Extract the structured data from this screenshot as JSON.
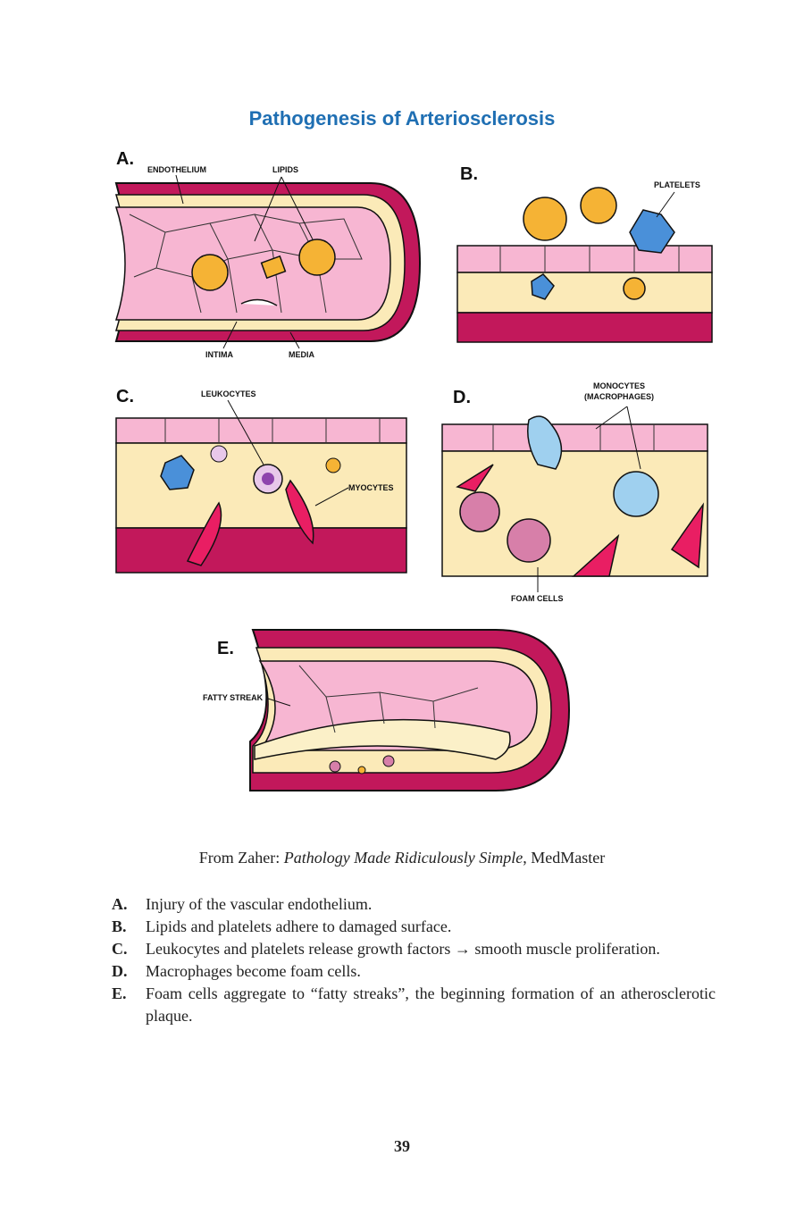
{
  "title": "Pathogenesis of Arteriosclerosis",
  "panels": {
    "a": {
      "letter": "A.",
      "labels": {
        "endothelium": "ENDOTHELIUM",
        "lipids": "LIPIDS",
        "intima": "INTIMA",
        "media": "MEDIA"
      }
    },
    "b": {
      "letter": "B.",
      "labels": {
        "platelets": "PLATELETS"
      }
    },
    "c": {
      "letter": "C.",
      "labels": {
        "leukocytes": "LEUKOCYTES",
        "myocytes": "MYOCYTES"
      }
    },
    "d": {
      "letter": "D.",
      "labels": {
        "monocytes": "MONOCYTES",
        "macrophages": "(MACROPHAGES)",
        "foam_cells": "FOAM CELLS"
      }
    },
    "e": {
      "letter": "E.",
      "labels": {
        "fatty_streak": "FATTY STREAK"
      }
    }
  },
  "caption": {
    "prefix": "From Zaher: ",
    "book": "Pathology Made Ridiculously Simple",
    "suffix": ", MedMaster"
  },
  "items": [
    {
      "key": "A.",
      "text": "Injury of the vascular endothelium."
    },
    {
      "key": "B.",
      "text": "Lipids and platelets adhere to damaged surface."
    },
    {
      "key": "C.",
      "text": "Leukocytes and platelets release growth factors → smooth muscle proliferation."
    },
    {
      "key": "D.",
      "text": "Macrophages become foam cells."
    },
    {
      "key": "E.",
      "text": "Foam cells aggregate to “fatty streaks”, the beginning formation of an atherosclerotic plaque."
    }
  ],
  "page_number": "39",
  "colors": {
    "title": "#1f6fb3",
    "media": "#c2185b",
    "intima": "#f7d7e6",
    "plaque": "#fbeab8",
    "platelet": "#4a90d9",
    "lipid": "#f5b335"
  }
}
